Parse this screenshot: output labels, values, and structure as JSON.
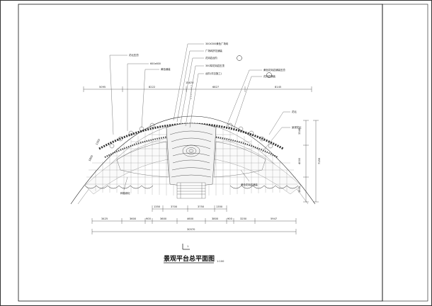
{
  "drawing": {
    "title": "景观平台总平面图",
    "scale": "1:100",
    "section_mark": "1"
  },
  "dimensions": {
    "top_row": [
      "5095",
      "8222",
      "6827",
      "8145"
    ],
    "top_center": "15870",
    "bottom_row": [
      "3425",
      "3600",
      "900",
      "3600",
      "4600",
      "3800",
      "900",
      "3250",
      "5947"
    ],
    "bottom_total": "30570",
    "bottom_upper": [
      "1350",
      "3700",
      "3750",
      "1350"
    ],
    "right_col": [
      "3348",
      "4000",
      "7159",
      "1800"
    ],
    "left_marks": [
      "1350",
      "1800"
    ]
  },
  "notes": {
    "top_1": "300X300黄色广场砖",
    "top_2": "广场砖拼花铺装",
    "top_3": "花岗岩台阶",
    "top_4": "300厚花岗岩压顶",
    "top_5": "台阶(详见施工)",
    "left_1": "花坛压顶",
    "left_2": "600x600",
    "left_3": "黄色铺装",
    "right_1": "黄色花岗岩铺装压顶",
    "right_2": "花岗岩铺装",
    "right_3": "花坛",
    "right_4": "景观花坛",
    "bl_1": "种植绿化",
    "br_1": "黄色花岗岩铺装"
  }
}
